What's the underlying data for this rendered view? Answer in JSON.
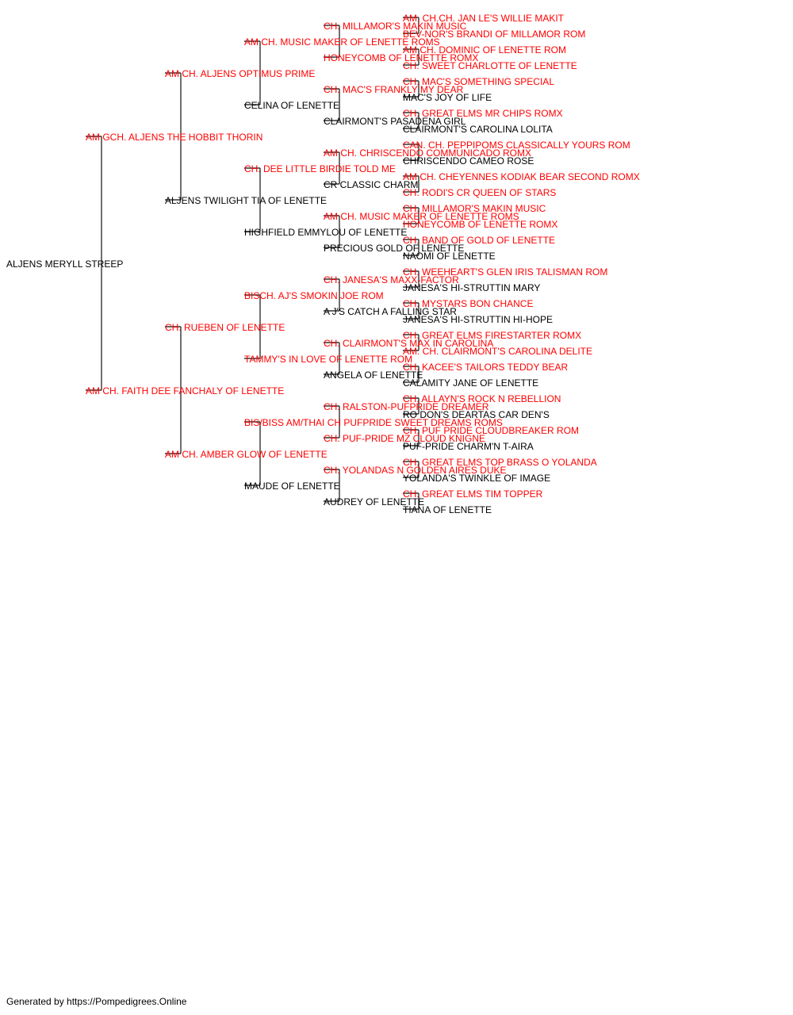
{
  "colors": {
    "champion": "#ff0000",
    "regular": "#000000",
    "line": "#333333"
  },
  "pedigree": {
    "name": "ALJENS MERYLL STREEP",
    "champion": false,
    "sire": {
      "name": "AM GCH. ALJENS THE HOBBIT THORIN",
      "champion": true,
      "sire": {
        "name": "AM CH. ALJENS OPTIMUS PRIME",
        "champion": true,
        "sire": {
          "name": "AM CH. MUSIC MAKER OF LENETTE ROMS",
          "champion": true,
          "sire": {
            "name": "CH. MILLAMOR'S MAKIN MUSIC",
            "champion": true,
            "sire": {
              "name": "AM. CH.CH. JAN LE'S WILLIE MAKIT",
              "champion": true
            },
            "dam": {
              "name": "BEV-NOR'S BRANDI OF MILLAMOR ROM",
              "champion": true
            }
          },
          "dam": {
            "name": "HONEYCOMB OF LENETTE ROMX",
            "champion": true,
            "sire": {
              "name": "AM CH. DOMINIC OF LENETTE ROM",
              "champion": true
            },
            "dam": {
              "name": "CH. SWEET CHARLOTTE OF LENETTE",
              "champion": true
            }
          }
        },
        "dam": {
          "name": "CELINA OF LENETTE",
          "champion": false,
          "sire": {
            "name": "CH. MAC'S FRANKLY MY DEAR",
            "champion": true,
            "sire": {
              "name": "CH. MAC'S SOMETHING SPECIAL",
              "champion": true
            },
            "dam": {
              "name": "MAC'S JOY OF LIFE",
              "champion": false
            }
          },
          "dam": {
            "name": "CLAIRMONT'S PASADENA GIRL",
            "champion": false,
            "sire": {
              "name": "CH. GREAT ELMS MR CHIPS ROMX",
              "champion": true
            },
            "dam": {
              "name": "CLAIRMONT'S CAROLINA LOLITA",
              "champion": false
            }
          }
        }
      },
      "dam": {
        "name": "ALJENS TWILIGHT TIA OF LENETTE",
        "champion": false,
        "sire": {
          "name": "CH. DEE LITTLE BIRDIE TOLD ME",
          "champion": true,
          "sire": {
            "name": "AM CH. CHRISCENDO COMMUNICADO ROMX",
            "champion": true,
            "sire": {
              "name": "CAN. CH. PEPPIPOMS CLASSICALLY YOURS ROM",
              "champion": true
            },
            "dam": {
              "name": "CHRISCENDO CAMEO ROSE",
              "champion": false
            }
          },
          "dam": {
            "name": "CR CLASSIC CHARM",
            "champion": false,
            "sire": {
              "name": "AM CH. CHEYENNES KODIAK BEAR SECOND ROMX",
              "champion": true
            },
            "dam": {
              "name": "CH. RODI'S CR QUEEN OF STARS",
              "champion": true
            }
          }
        },
        "dam": {
          "name": "HIGHFIELD EMMYLOU OF LENETTE",
          "champion": false,
          "sire": {
            "name": "AM CH. MUSIC MAKER OF LENETTE ROMS",
            "champion": true,
            "sire": {
              "name": "CH. MILLAMOR'S MAKIN MUSIC",
              "champion": true
            },
            "dam": {
              "name": "HONEYCOMB OF LENETTE ROMX",
              "champion": true
            }
          },
          "dam": {
            "name": "PRECIOUS GOLD OF LENETTE",
            "champion": false,
            "sire": {
              "name": "CH. BAND OF GOLD OF LENETTE",
              "champion": true
            },
            "dam": {
              "name": "NAOMI OF LENETTE",
              "champion": false
            }
          }
        }
      }
    },
    "dam": {
      "name": "AM CH. FAITH DEE FANCHALY OF LENETTE",
      "champion": true,
      "sire": {
        "name": "CH. RUEBEN OF LENETTE",
        "champion": true,
        "sire": {
          "name": "BISCH. AJ'S SMOKIN JOE ROM",
          "champion": true,
          "sire": {
            "name": "CH. JANESA'S MAXX-FACTOR",
            "champion": true,
            "sire": {
              "name": "CH. WEEHEART'S GLEN IRIS TALISMAN ROM",
              "champion": true
            },
            "dam": {
              "name": "JANESA'S HI-STRUTTIN MARY",
              "champion": false
            }
          },
          "dam": {
            "name": "A J'S CATCH A FALLING STAR",
            "champion": false,
            "sire": {
              "name": "CH. MYSTARS BON CHANCE",
              "champion": true
            },
            "dam": {
              "name": "JANESA'S HI-STRUTTIN HI-HOPE",
              "champion": false
            }
          }
        },
        "dam": {
          "name": "TAMMY'S IN LOVE OF LENETTE ROM",
          "champion": true,
          "sire": {
            "name": "CH. CLAIRMONT'S MAX IN CAROLINA",
            "champion": true,
            "sire": {
              "name": "CH. GREAT ELMS FIRESTARTER ROMX",
              "champion": true
            },
            "dam": {
              "name": "AM. CH. CLAIRMONT'S CAROLINA DELITE",
              "champion": true
            }
          },
          "dam": {
            "name": "ANGELA OF LENETTE",
            "champion": false,
            "sire": {
              "name": "CH. KACEE'S TAILORS TEDDY BEAR",
              "champion": true
            },
            "dam": {
              "name": "CALAMITY JANE OF LENETTE",
              "champion": false
            }
          }
        }
      },
      "dam": {
        "name": "AM CH. AMBER GLOW OF LENETTE",
        "champion": true,
        "sire": {
          "name": "BIS/BISS AM/THAI CH PUFPRIDE SWEET DREAMS ROMS",
          "champion": true,
          "sire": {
            "name": "CH. RALSTON-PUFPRIDE DREAMER",
            "champion": true,
            "sire": {
              "name": "CH. ALLAYN'S ROCK N REBELLION",
              "champion": true
            },
            "dam": {
              "name": "RO DON'S DEARTAS CAR DEN'S",
              "champion": false
            }
          },
          "dam": {
            "name": "CH. PUF-PRIDE MZ CLOUD KNIGNE",
            "champion": true,
            "sire": {
              "name": "CH. PUF PRIDE CLOUDBREAKER ROM",
              "champion": true
            },
            "dam": {
              "name": "PUF-PRIDE CHARM'N T-AIRA",
              "champion": false
            }
          }
        },
        "dam": {
          "name": "MAUDE OF LENETTE",
          "champion": false,
          "sire": {
            "name": "CH. YOLANDAS N GOLDEN AIRES DUKE",
            "champion": true,
            "sire": {
              "name": "CH. GREAT ELMS TOP BRASS O YOLANDA",
              "champion": true
            },
            "dam": {
              "name": "YOLANDA'S TWINKLE OF IMAGE",
              "champion": false
            }
          },
          "dam": {
            "name": "AUDREY OF LENETTE",
            "champion": false,
            "sire": {
              "name": "CH. GREAT ELMS TIM TOPPER",
              "champion": true
            },
            "dam": {
              "name": "TIANA OF LENETTE",
              "champion": false
            }
          }
        }
      }
    }
  },
  "footer": {
    "text": "Generated by https://Pompedigrees.Online"
  }
}
